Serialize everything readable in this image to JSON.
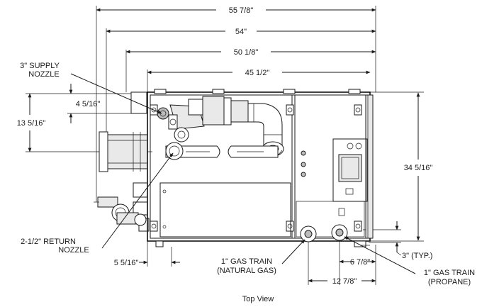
{
  "dimensions": {
    "overall_width": "55 7/8\"",
    "width_54": "54\"",
    "width_50": "50 1/8\"",
    "width_45": "45 1/2\"",
    "supply_offset": "4 5/16\"",
    "supply_height": "13 5/16\"",
    "depth": "34 5/16\"",
    "return_offset": "5 5/16\"",
    "gas_spacing": "6 7/8\"",
    "gas_offset": "12 7/8\"",
    "typical": "3\" (TYP.)"
  },
  "callouts": {
    "supply_nozzle": [
      "3\" SUPPLY",
      "NOZZLE"
    ],
    "return_nozzle": [
      "2-1/2\" RETURN",
      "NOZZLE"
    ],
    "gas_natural": [
      "1\" GAS TRAIN",
      "(NATURAL GAS)"
    ],
    "gas_propane": [
      "1\" GAS TRAIN",
      "(PROPANE)"
    ]
  },
  "caption": "Top View"
}
